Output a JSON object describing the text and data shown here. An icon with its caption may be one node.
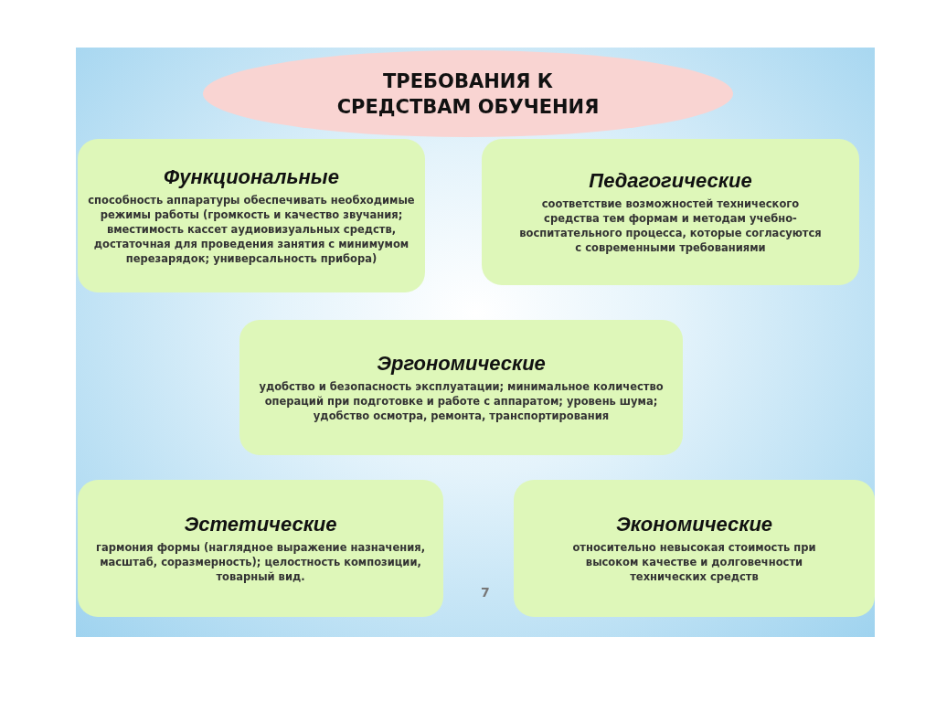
{
  "diagram": {
    "nodes": [
      {
        "text": [
          "ТРЕБОВАНИЯ К СРЕДСТВАМ ОБУЧЕНИЯ"
        ]
      },
      {
        "text": [
          "Функциональные",
          "способность аппаратуры обеспечивать необходимые режимы работы (громкость и качество звучания; вместимость кассет аудиовизуальных средств, достаточная для проведения занятия с минимумом перезарядок; универсальность прибора)"
        ]
      },
      {
        "text": [
          "Педагогические",
          "соответствие возможностей технического средства тем формам и методам учебно-воспитательного процесса, которые согласуются с современными требованиями"
        ]
      },
      {
        "text": [
          "Эргономические",
          "удобство и безопасность эксплуатации; минимальное количество операций при подготовке и работе с аппаратом; уровень шума; удобство осмотра, ремонта, транспортирования"
        ]
      },
      {
        "text": [
          "Эстетические",
          "гармония формы (наглядное выражение назначения, масштаб, соразмерность); целостность композиции, товарный вид."
        ]
      },
      {
        "text": [
          "Экономические",
          "относительно невысокая стоимость при высоком качестве и долговечности технических средств"
        ]
      }
    ],
    "edges": [],
    "labels": [
      "7"
    ]
  }
}
